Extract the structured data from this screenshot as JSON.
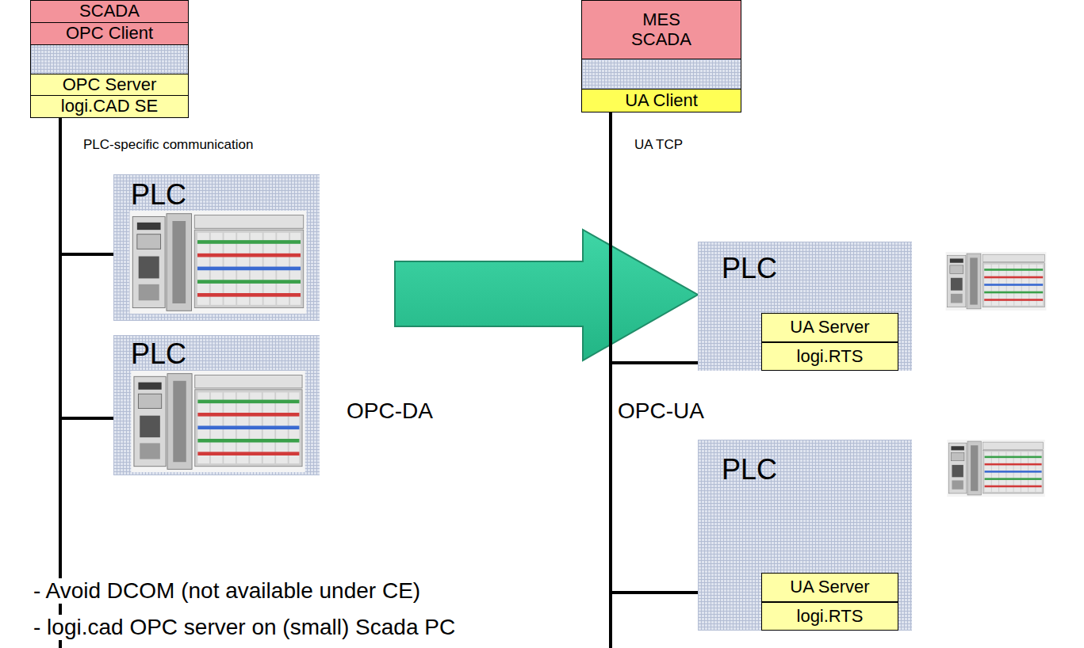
{
  "diagram": {
    "nodes": [
      {
        "text": [
          "SCADA"
        ]
      },
      {
        "text": [
          "OPC Client"
        ]
      },
      {
        "text": [
          "OPC Server"
        ]
      },
      {
        "text": [
          "logi.CAD SE"
        ]
      },
      {
        "text": [
          "PLC"
        ]
      },
      {
        "text": [
          "PLC"
        ]
      },
      {
        "text": [
          "MES SCADA"
        ]
      },
      {
        "text": [
          "UA Client"
        ]
      },
      {
        "text": [
          "PLC"
        ]
      },
      {
        "text": [
          "UA Server"
        ],
        "in": 8
      },
      {
        "text": [
          "logi.RTS"
        ],
        "in": 8
      },
      {
        "text": [
          "PLC"
        ]
      },
      {
        "text": [
          "UA Server"
        ],
        "in": 11
      },
      {
        "text": [
          "logi.RTS"
        ],
        "in": 11
      }
    ],
    "edges": [
      {
        "from": 3,
        "to": 4,
        "arrow": "none"
      },
      {
        "from": 3,
        "to": 5,
        "arrow": "none"
      },
      {
        "from": 7,
        "to": 8,
        "arrow": "none"
      },
      {
        "from": 7,
        "to": 11,
        "arrow": "none"
      }
    ],
    "labels": [
      "PLC-specific communication",
      "UA TCP",
      "OPC-DA",
      "OPC-UA",
      "- Avoid DCOM (not available under CE)",
      "- logi.cad OPC server on (small) Scada PC"
    ]
  }
}
